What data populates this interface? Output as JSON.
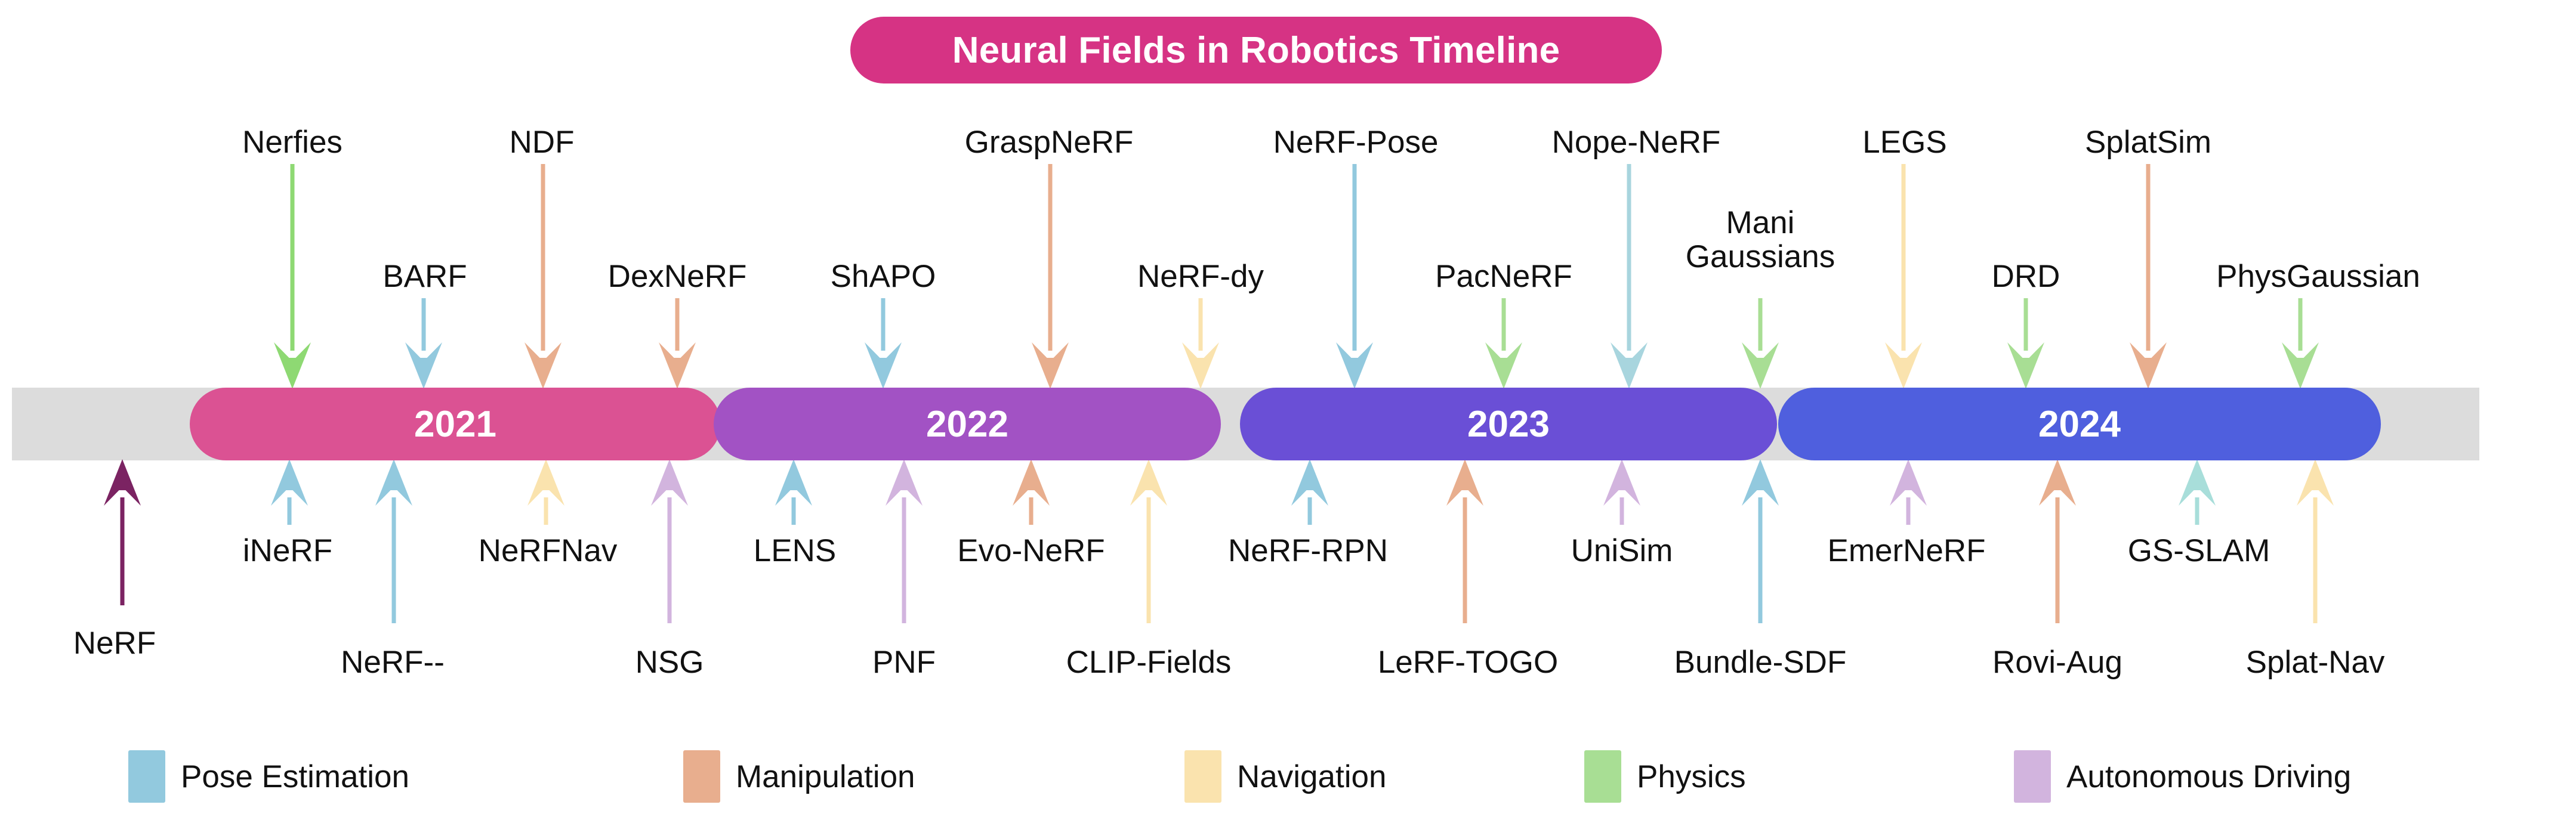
{
  "title": "Neural Fields in Robotics Timeline",
  "title_color": "#D63384",
  "track": {
    "background_color": "#DCDCDC"
  },
  "years": [
    {
      "label": "2021",
      "color": "#DB5293"
    },
    {
      "label": "2022",
      "color": "#A252C4"
    },
    {
      "label": "2023",
      "color": "#6A4FD6"
    },
    {
      "label": "2024",
      "color": "#4F5FDE"
    }
  ],
  "categories": [
    {
      "key": "pose",
      "label": "Pose Estimation",
      "color": "#92C9DE"
    },
    {
      "key": "manip",
      "label": "Manipulation",
      "color": "#E8AE8E"
    },
    {
      "key": "nav",
      "label": "Navigation",
      "color": "#FAE3AE"
    },
    {
      "key": "physics",
      "label": "Physics",
      "color": "#A8DE94"
    },
    {
      "key": "driving",
      "label": "Autonomous Driving",
      "color": "#D2B4DE"
    }
  ],
  "special_color": "#7B2362",
  "entries_top": [
    {
      "name": "Nerfies",
      "category": "physics",
      "color": "#8ED973"
    },
    {
      "name": "BARF",
      "category": "pose",
      "color": "#92C9DE"
    },
    {
      "name": "NDF",
      "category": "manip",
      "color": "#E8AE8E"
    },
    {
      "name": "DexNeRF",
      "category": "manip",
      "color": "#E8AE8E"
    },
    {
      "name": "ShAPO",
      "category": "pose",
      "color": "#92C9DE"
    },
    {
      "name": "GraspNeRF",
      "category": "manip",
      "color": "#E8AE8E"
    },
    {
      "name": "NeRF-dy",
      "category": "nav",
      "color": "#FAE3AE"
    },
    {
      "name": "NeRF-Pose",
      "category": "pose",
      "color": "#92C9DE"
    },
    {
      "name": "PacNeRF",
      "category": "physics",
      "color": "#A8DE94"
    },
    {
      "name": "Nope-NeRF",
      "category": "pose",
      "color": "#A8D5DE"
    },
    {
      "name": "Mani Gaussians",
      "category": "physics",
      "color": "#A8DE94"
    },
    {
      "name": "LEGS",
      "category": "nav",
      "color": "#FAE3AE"
    },
    {
      "name": "DRD",
      "category": "physics",
      "color": "#A8DE94"
    },
    {
      "name": "SplatSim",
      "category": "manip",
      "color": "#E8AE8E"
    },
    {
      "name": "PhysGaussian",
      "category": "physics",
      "color": "#A8DE94"
    }
  ],
  "entries_bottom": [
    {
      "name": "NeRF",
      "category": "special",
      "color": "#7B2362"
    },
    {
      "name": "iNeRF",
      "category": "pose",
      "color": "#92C9DE"
    },
    {
      "name": "NeRF--",
      "category": "pose",
      "color": "#92C9DE"
    },
    {
      "name": "NeRFNav",
      "category": "nav",
      "color": "#FAE3AE"
    },
    {
      "name": "NSG",
      "category": "driving",
      "color": "#D2B4DE"
    },
    {
      "name": "LENS",
      "category": "pose",
      "color": "#92C9DE"
    },
    {
      "name": "PNF",
      "category": "driving",
      "color": "#D2B4DE"
    },
    {
      "name": "Evo-NeRF",
      "category": "manip",
      "color": "#E8AE8E"
    },
    {
      "name": "CLIP-Fields",
      "category": "nav",
      "color": "#FAE3AE"
    },
    {
      "name": "NeRF-RPN",
      "category": "pose",
      "color": "#92C9DE"
    },
    {
      "name": "LeRF-TOGO",
      "category": "manip",
      "color": "#E8AE8E"
    },
    {
      "name": "UniSim",
      "category": "driving",
      "color": "#D2B4DE"
    },
    {
      "name": "Bundle-SDF",
      "category": "pose",
      "color": "#92C9DE"
    },
    {
      "name": "EmerNeRF",
      "category": "driving",
      "color": "#D2B4DE"
    },
    {
      "name": "Rovi-Aug",
      "category": "manip",
      "color": "#E8AE8E"
    },
    {
      "name": "GS-SLAM",
      "category": "pose",
      "color": "#A8DEDA"
    },
    {
      "name": "Splat-Nav",
      "category": "nav",
      "color": "#FAE3AE"
    }
  ]
}
